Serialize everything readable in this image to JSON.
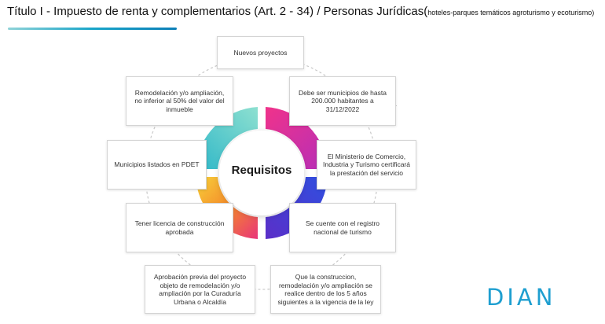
{
  "title": {
    "main": "Título I - Impuesto de renta y complementarios (Art. 2 - 34) / Personas Jurídicas(",
    "small": "hoteles-parques temáticos agroturismo y ecoturismo)"
  },
  "center": {
    "label": "Requisitos"
  },
  "boxes": {
    "nuevos_proyectos": "Nuevos proyectos",
    "remodelacion": "Remodelación y/o ampliación, no inferior al 50% del valor del inmueble",
    "municipios_200000": "Debe ser municipios de hasta 200.000 habitantes a 31/12/2022",
    "municipios_pdet": "Municipios listados en PDET",
    "ministerio": "El Ministerio de Comercio, Industria y Turismo certificará la prestación del servicio",
    "licencia": "Tener licencia de construcción aprobada",
    "registro": "Se cuente con el registro nacional de turismo",
    "aprobacion": "Aprobación previa del proyecto objeto de remodelación y/o ampliación por la Curaduría Urbana o Alcaldía",
    "construccion": "Que la construccion, remodelación y/o ampliación se realice dentro de los 5 años siguientes a la vigencia de la ley"
  },
  "logo": {
    "text": "DIAN",
    "color": "#1f9fd0"
  },
  "colors": {
    "teal": "#2ec4c4",
    "magenta": "#e0298a",
    "blue": "#3b3fd1",
    "yellow": "#f7c12a",
    "orange": "#f06a2a"
  }
}
